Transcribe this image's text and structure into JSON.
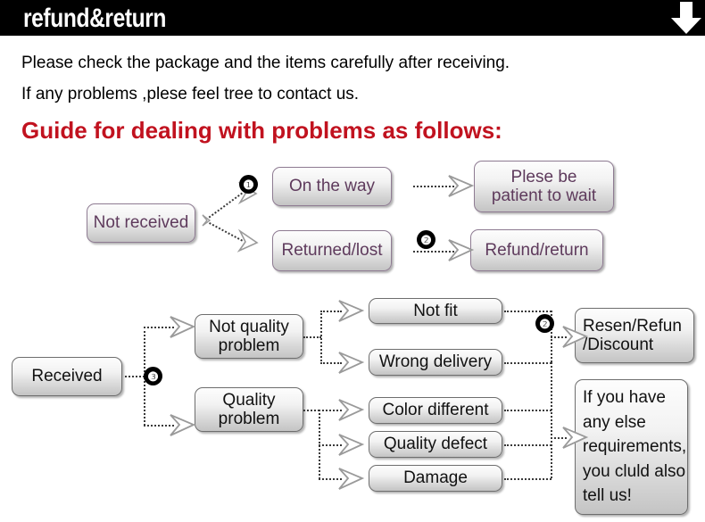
{
  "header": {
    "title": "refund&return",
    "arrow_icon": "down-arrow-icon"
  },
  "intro": {
    "line1": "Please check the package and the items carefully after receiving.",
    "line2": "If any problems ,plese feel tree to contact us.",
    "heading": "Guide for dealing with problems as follows:",
    "heading_color": "#c1121f"
  },
  "flow_top": {
    "start": "Not received",
    "branches": [
      {
        "badge": "❶",
        "node": "On the way",
        "result": "Plese be\npatient to wait"
      },
      {
        "badge": "❷",
        "node": "Returned/lost",
        "result": "Refund/return"
      }
    ],
    "nodes": {
      "not_received": "Not received",
      "on_the_way": "On the way",
      "returned_lost": "Returned/lost",
      "please_wait_line1": "Plese be",
      "please_wait_line2": "patient to wait",
      "refund_return": "Refund/return"
    },
    "badges": {
      "one": "❶",
      "two": "❷"
    }
  },
  "flow_bottom": {
    "nodes": {
      "received": "Received",
      "not_quality_line1": "Not quality",
      "not_quality_line2": "problem",
      "quality_line1": "Quality",
      "quality_line2": "problem",
      "not_fit": "Not fit",
      "wrong_delivery": "Wrong delivery",
      "color_different": "Color different",
      "quality_defect": "Quality defect",
      "damage": "Damage",
      "resend_line1": "Resen/Refun",
      "resend_line2": "/Discount",
      "note_line1": "If you have",
      "note_line2": "any else",
      "note_line3": "requirements,",
      "note_line4": "you cluld also",
      "note_line5": "tell us!"
    },
    "badges": {
      "three": "❸",
      "two": "❷"
    }
  },
  "colors": {
    "header_bg": "#000000",
    "header_text": "#ffffff",
    "heading_red": "#c1121f",
    "purple_text": "#5e3a5c",
    "purple_border": "#8e7b92",
    "dark_text": "#111111",
    "dark_border": "#6e6e6e",
    "box_gradient_top": "#fdfdfd",
    "box_gradient_bottom": "#c4c4c4",
    "connector": "#3a3a3a"
  }
}
